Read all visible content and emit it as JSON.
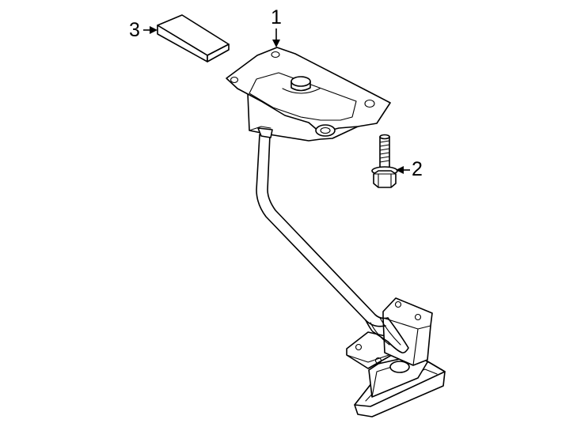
{
  "callouts": {
    "part_1": "1",
    "part_2": "2",
    "part_3": "3"
  },
  "icons": {
    "carrier_assembly": "spare-tire-carrier-icon",
    "bolt": "bolt-icon",
    "pad": "pad-icon"
  },
  "colors": {
    "line": "#000000",
    "background": "#ffffff"
  }
}
